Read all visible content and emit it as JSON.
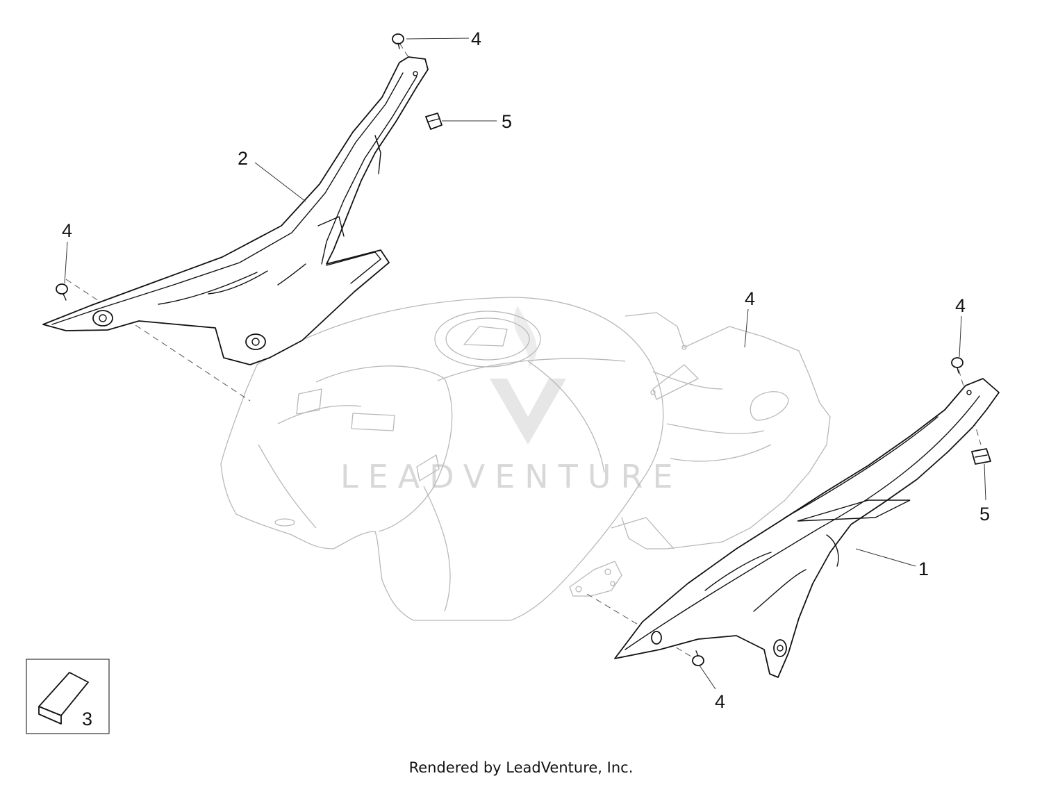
{
  "callouts": [
    {
      "id": "c4a",
      "label": "4"
    },
    {
      "id": "c5a",
      "label": "5"
    },
    {
      "id": "c2",
      "label": "2"
    },
    {
      "id": "c4b",
      "label": "4"
    },
    {
      "id": "c4c",
      "label": "4"
    },
    {
      "id": "c4d",
      "label": "4"
    },
    {
      "id": "c5b",
      "label": "5"
    },
    {
      "id": "c1",
      "label": "1"
    },
    {
      "id": "c4e",
      "label": "4"
    },
    {
      "id": "c3",
      "label": "3"
    }
  ],
  "watermark": {
    "text": "LEADVENTURE"
  },
  "footer": {
    "text": "Rendered by LeadVenture, Inc."
  }
}
